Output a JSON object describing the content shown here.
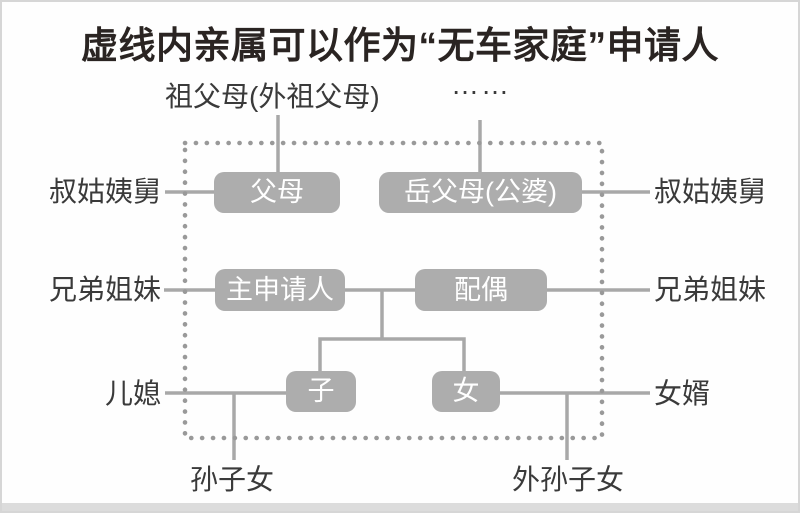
{
  "title": "虚线内亲属可以作为“无车家庭”申请人",
  "top_labels": {
    "grandparents": "祖父母(外祖父母)",
    "ellipsis": "……"
  },
  "nodes": {
    "parents": "父母",
    "parents_in_law": "岳父母(公婆)",
    "main_applicant": "主申请人",
    "spouse": "配偶",
    "son": "子",
    "daughter": "女"
  },
  "side_labels": {
    "uncles_aunts_left": "叔姑姨舅",
    "uncles_aunts_right": "叔姑姨舅",
    "siblings_left": "兄弟姐妹",
    "siblings_right": "兄弟姐妹",
    "daughter_in_law": "儿媳",
    "son_in_law": "女婿"
  },
  "bottom_labels": {
    "grandchildren": "孙子女",
    "maternal_grandchildren": "外孙子女"
  },
  "colors": {
    "node_fill": "#adadad",
    "node_text": "#ffffff",
    "connector_line": "#a8a8a8",
    "dotted_border": "#999999",
    "label_text": "#3a3a3a",
    "title_text": "#2a2422",
    "frame_border": "#d6d6d6",
    "bottom_strip": "#dcdcdc"
  }
}
